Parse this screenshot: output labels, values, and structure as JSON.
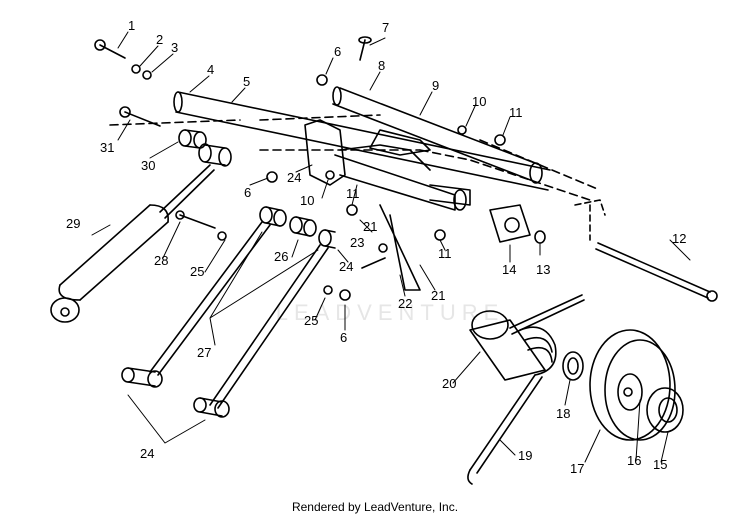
{
  "watermark": "LEADVENTURE",
  "footer": {
    "text": "Rendered by LeadVenture, Inc."
  },
  "callouts": [
    "1",
    "2",
    "3",
    "4",
    "5",
    "6",
    "7",
    "8",
    "9",
    "10",
    "11",
    "12",
    "13",
    "14",
    "15",
    "16",
    "17",
    "18",
    "19",
    "20",
    "21",
    "22",
    "23",
    "24",
    "25",
    "26",
    "27",
    "28",
    "29",
    "30",
    "31"
  ]
}
